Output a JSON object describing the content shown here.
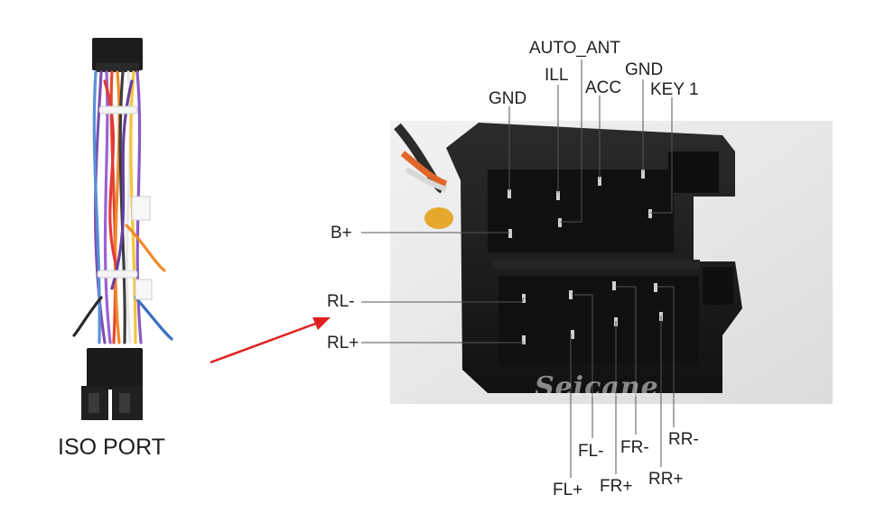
{
  "caption": "ISO PORT",
  "watermark": "Seicane",
  "pins": {
    "auto_ant": "AUTO_ANT",
    "ill": "ILL",
    "gnd_top": "GND",
    "acc": "ACC",
    "gnd_left": "GND",
    "key1": "KEY 1",
    "b_plus": "B+",
    "rl_minus": "RL-",
    "rl_plus": "RL+",
    "fl_minus": "FL-",
    "fr_minus": "FR-",
    "rr_minus": "RR-",
    "fl_plus": "FL+",
    "fr_plus": "FR+",
    "rr_plus": "RR+"
  },
  "colors": {
    "arrow": "#e02020",
    "leader": "#555555",
    "connector": "#1b1b1b",
    "photo_bg": "#e6e6e8"
  }
}
